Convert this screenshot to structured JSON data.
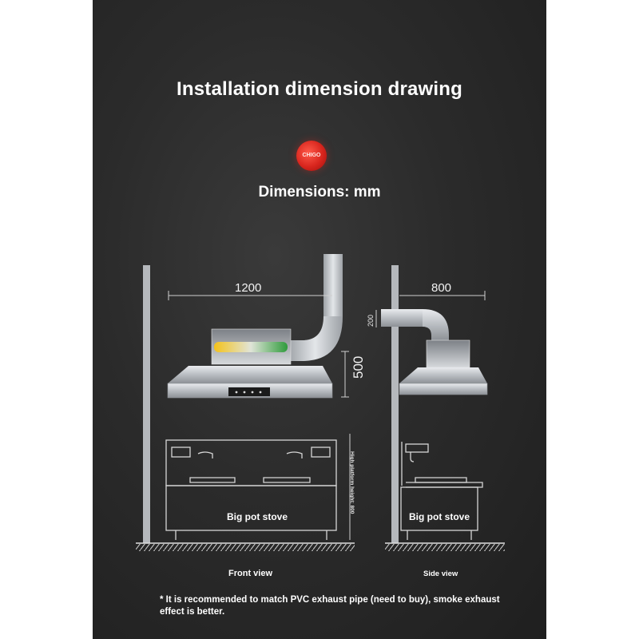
{
  "page": {
    "title": "Installation dimension drawing",
    "subtitle": "Dimensions: mm",
    "logo_icon": "brand-seal-icon",
    "logo_text": "CHIGO"
  },
  "front_view": {
    "width_dim": "1200",
    "height_dim": "500",
    "platform_height_label": "High platform height: 800",
    "stove_label": "Big pot stove",
    "caption": "Front view"
  },
  "side_view": {
    "width_dim": "800",
    "pipe_dim": "200",
    "stove_label": "Big pot stove",
    "caption": "Side view"
  },
  "note": "* It is recommended to match PVC exhaust pipe (need to buy), smoke exhaust effect is better.",
  "colors": {
    "background": "#2b2b2b",
    "steel": "#c9ccd0",
    "text": "#ffffff",
    "logo_red": "#d8251d"
  }
}
